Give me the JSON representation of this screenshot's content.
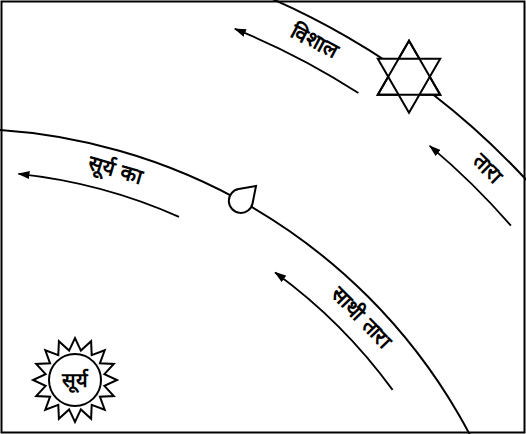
{
  "diagram": {
    "nodes": [
      {
        "text": [
          "सूर्य"
        ]
      }
    ],
    "labels": [
      "विशाल",
      "तारा",
      "सूर्य का",
      "साथी तारा"
    ]
  }
}
